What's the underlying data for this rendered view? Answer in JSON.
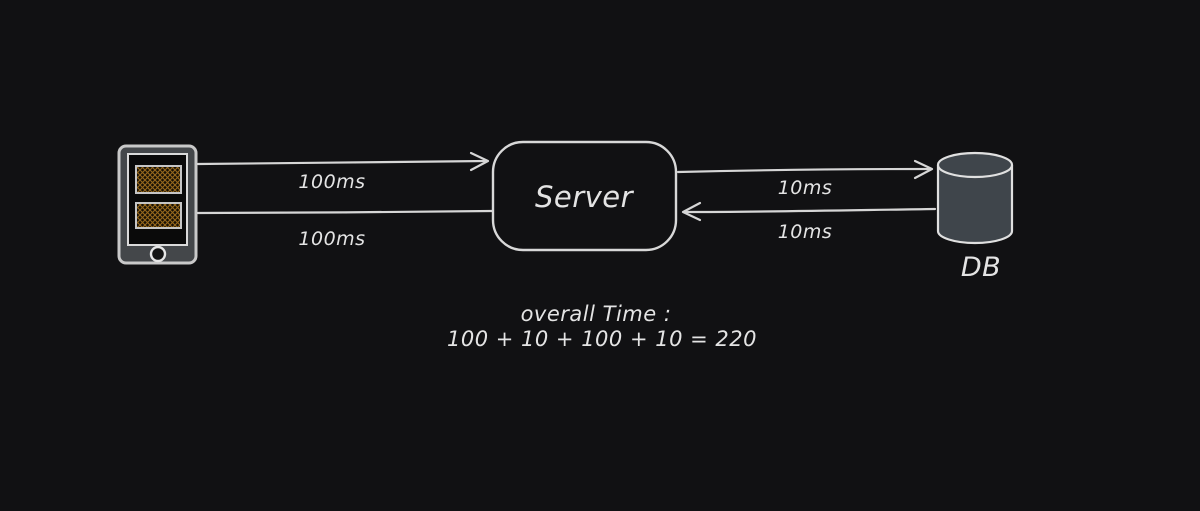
{
  "canvas": {
    "background": "#111113",
    "stroke_color": "#d6d6d6",
    "text_color": "#e4e4e4"
  },
  "diagram": {
    "client": {
      "type": "mobile-phone",
      "screen_pattern_color": "#96681c"
    },
    "server": {
      "label": "Server"
    },
    "database": {
      "label": "DB",
      "fill": "#3f454b"
    },
    "edges": {
      "client_to_server": {
        "label": "100ms",
        "direction": "client → server"
      },
      "server_to_client": {
        "label": "100ms",
        "direction": "server → client"
      },
      "server_to_db": {
        "label": "10ms",
        "direction": "server → db"
      },
      "db_to_server": {
        "label": "10ms",
        "direction": "db → server"
      }
    },
    "summary": {
      "title": "overall Time :",
      "formula": "100 + 10 + 100 + 10 = 220"
    }
  }
}
